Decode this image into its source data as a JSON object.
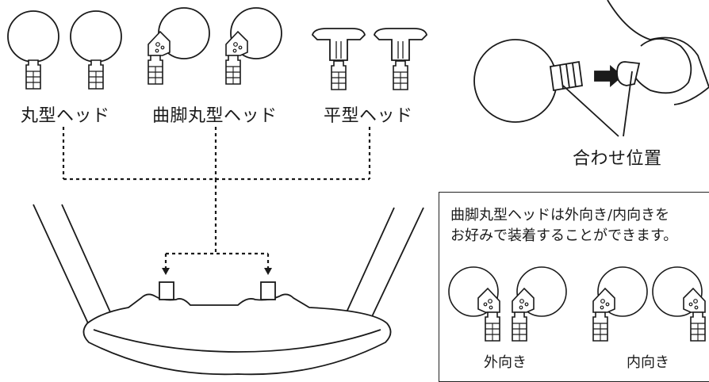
{
  "labels": {
    "round_head": "丸型ヘッド",
    "bent_round_head": "曲脚丸型ヘッド",
    "flat_head": "平型ヘッド",
    "align_position": "合わせ位置"
  },
  "note": {
    "line1": "曲脚丸型ヘッドは外向き/内向きを",
    "line2": "お好みで装着することができます。",
    "outward": "外向き",
    "inward": "内向き"
  },
  "colors": {
    "stroke": "#1a1a1a",
    "fill": "#ffffff"
  }
}
